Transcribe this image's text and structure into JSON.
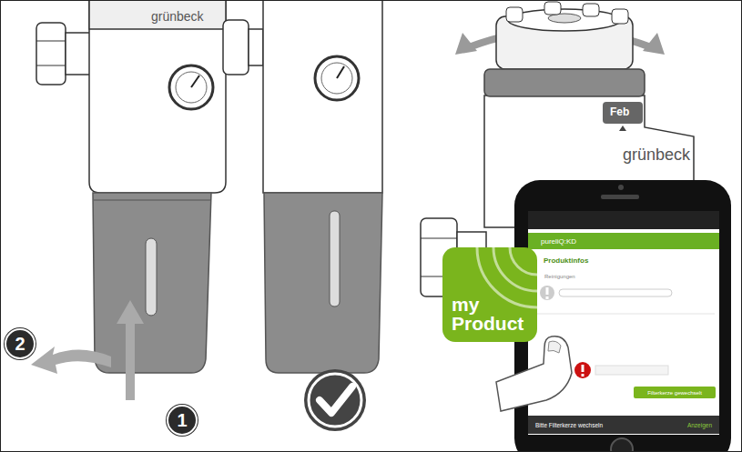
{
  "diagram": {
    "nodes": [
      {
        "text": [
          "2"
        ]
      },
      {
        "text": [
          "1"
        ]
      },
      {
        "text": [
          "pureliQ:KD"
        ]
      },
      {
        "text": [
          "my Product"
        ]
      },
      {
        "text": [
          "Filterkerze gewechselt"
        ]
      },
      {
        "text": [
          "Bitte Filterkerze wechseln",
          "Anzeigen"
        ]
      }
    ],
    "labels": [
      "grünbeck",
      "Feb",
      "grünbeck",
      "Produktinfos",
      "Reinigungen"
    ]
  }
}
